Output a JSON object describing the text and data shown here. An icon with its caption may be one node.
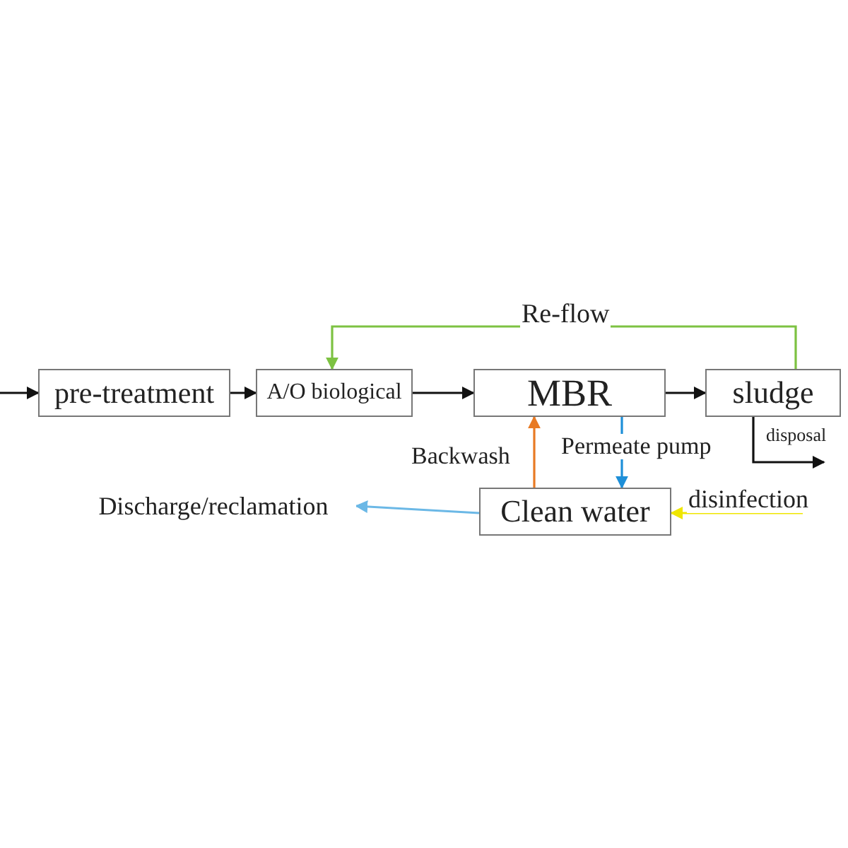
{
  "diagram": {
    "nodes": [
      {
        "text": [
          "pre-treatment"
        ]
      },
      {
        "text": [
          "A/O biological"
        ]
      },
      {
        "text": [
          "MBR"
        ]
      },
      {
        "text": [
          "sludge"
        ]
      },
      {
        "text": [
          "Clean water"
        ]
      },
      {
        "text": [
          "Discharge/reclamation"
        ]
      }
    ],
    "edges": [
      {
        "from": null,
        "to": 0,
        "arrow": "to"
      },
      {
        "from": 0,
        "to": 1,
        "arrow": "to"
      },
      {
        "from": 1,
        "to": 2,
        "arrow": "to"
      },
      {
        "from": 2,
        "to": 3,
        "arrow": "to"
      },
      {
        "from": 3,
        "to": 1,
        "arrow": "to",
        "label": "Re-flow",
        "color": "#7dc242"
      },
      {
        "from": 2,
        "to": 4,
        "arrow": "to",
        "label": "Permeate pump",
        "color": "#1e8fd8"
      },
      {
        "from": 4,
        "to": 2,
        "arrow": "to",
        "label": "Backwash",
        "color": "#e87a24"
      },
      {
        "from": 4,
        "to": 5,
        "arrow": "to",
        "color": "#6bb8e6"
      },
      {
        "from": null,
        "to": 4,
        "arrow": "to",
        "label": "disinfection",
        "color": "#efe600"
      },
      {
        "from": 3,
        "to": null,
        "arrow": "to",
        "label": "disposal"
      }
    ]
  }
}
